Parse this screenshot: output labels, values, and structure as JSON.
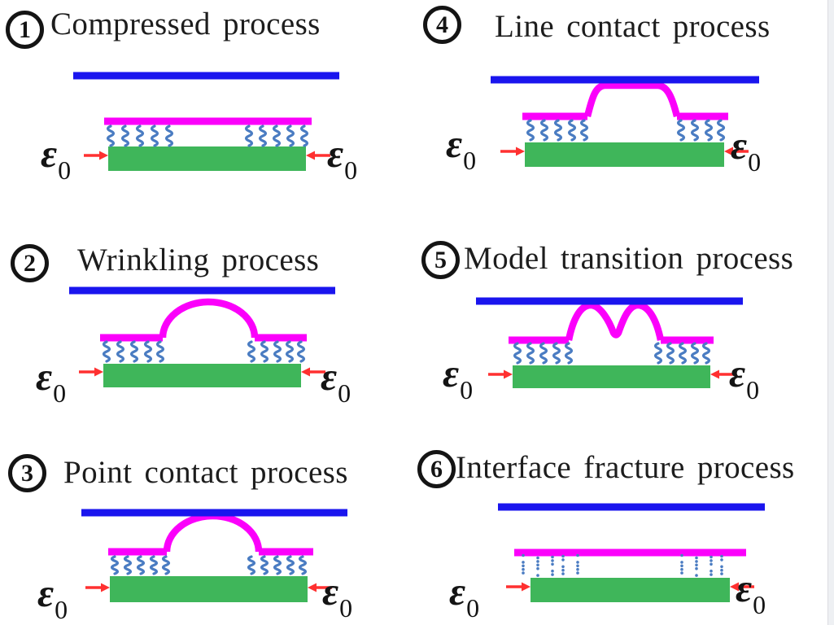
{
  "figure": {
    "strain_symbol": "ε",
    "strain_subscript": "0"
  },
  "colors": {
    "rigid_plate_blue": "#1a15ee",
    "film_magenta": "#fb00fb",
    "substrate_green": "#3fb65a",
    "spring_blue": "#4a7cc2",
    "arrow_red": "#ff3030",
    "text_black": "#141414"
  },
  "panels": [
    {
      "number": "1",
      "title": "Compressed process",
      "diagram": "bonded-flat-film"
    },
    {
      "number": "2",
      "title": "Wrinkling process",
      "diagram": "wrinkle-bump-no-contact"
    },
    {
      "number": "3",
      "title": "Point contact process",
      "diagram": "bump-point-contact"
    },
    {
      "number": "4",
      "title": "Line contact process",
      "diagram": "bump-line-contact"
    },
    {
      "number": "5",
      "title": "Model transition process",
      "diagram": "double-bump-transition"
    },
    {
      "number": "6",
      "title": "Interface fracture process",
      "diagram": "fractured-interface-dots"
    }
  ]
}
